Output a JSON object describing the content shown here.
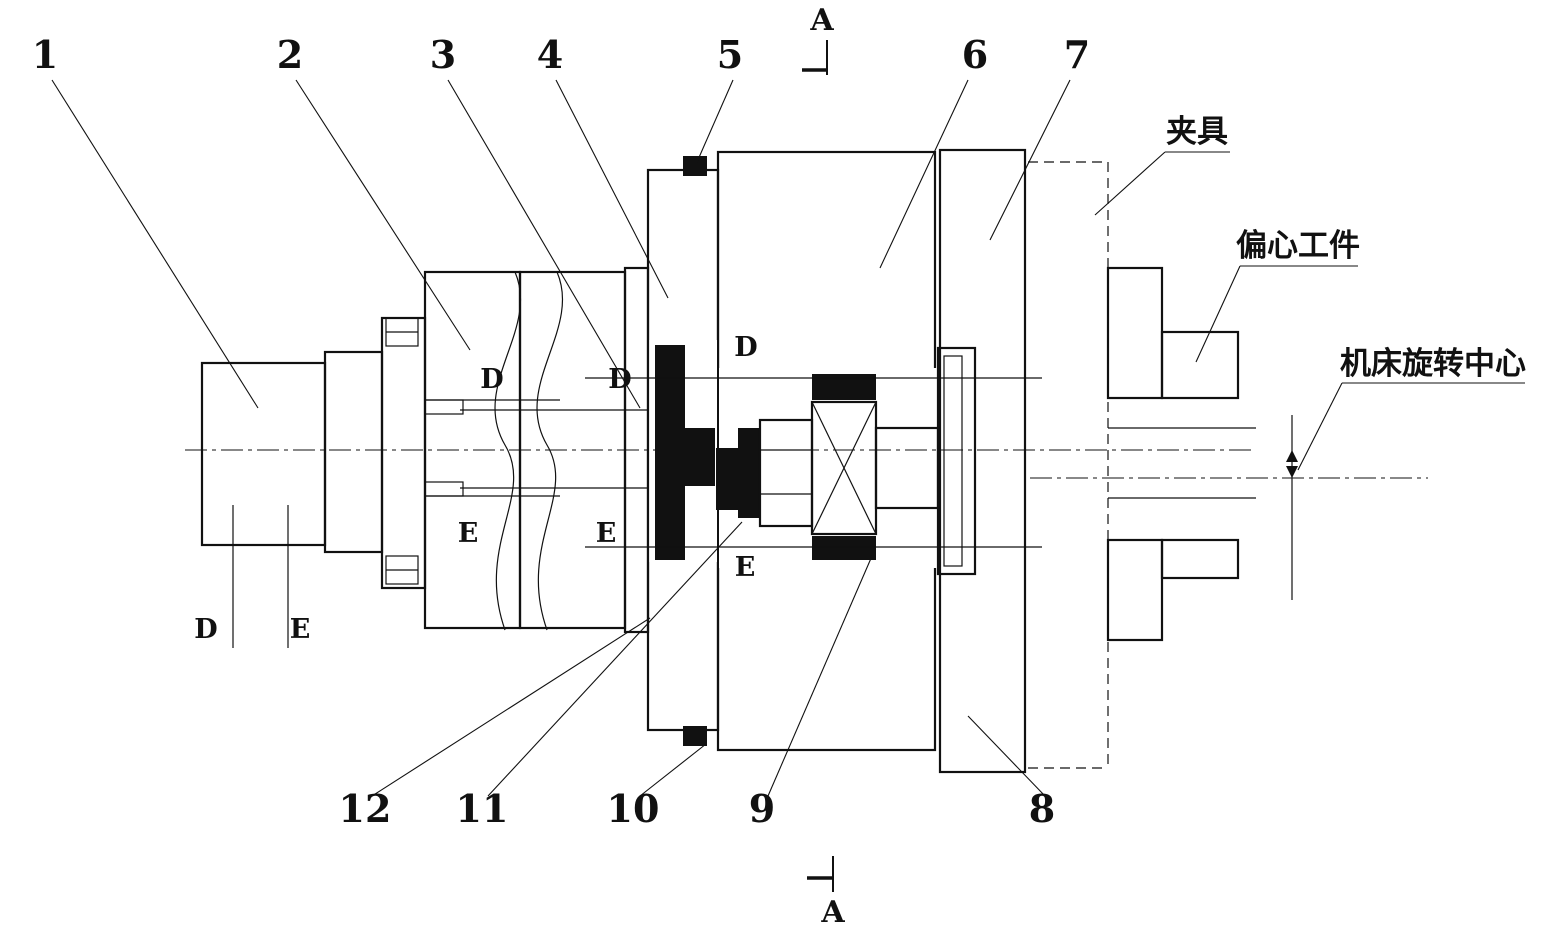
{
  "callouts": [
    "1",
    "2",
    "3",
    "4",
    "5",
    "6",
    "7",
    "8",
    "9",
    "10",
    "11",
    "12"
  ],
  "section_markers": {
    "top": "A",
    "bottom": "A"
  },
  "annotations": {
    "fixture": "夹具",
    "eccentric_workpiece": "偏心工件",
    "machine_rotation_center": "机床旋转中心"
  },
  "datum_letters": {
    "left_d": "D",
    "left_e": "E",
    "chuck_d1": "D",
    "chuck_d2": "D",
    "chuck_e1": "E",
    "chuck_e2": "E",
    "plate_d": "D",
    "plate_e": "E"
  },
  "colors": {
    "ink": "#111111",
    "paper": "#ffffff"
  }
}
